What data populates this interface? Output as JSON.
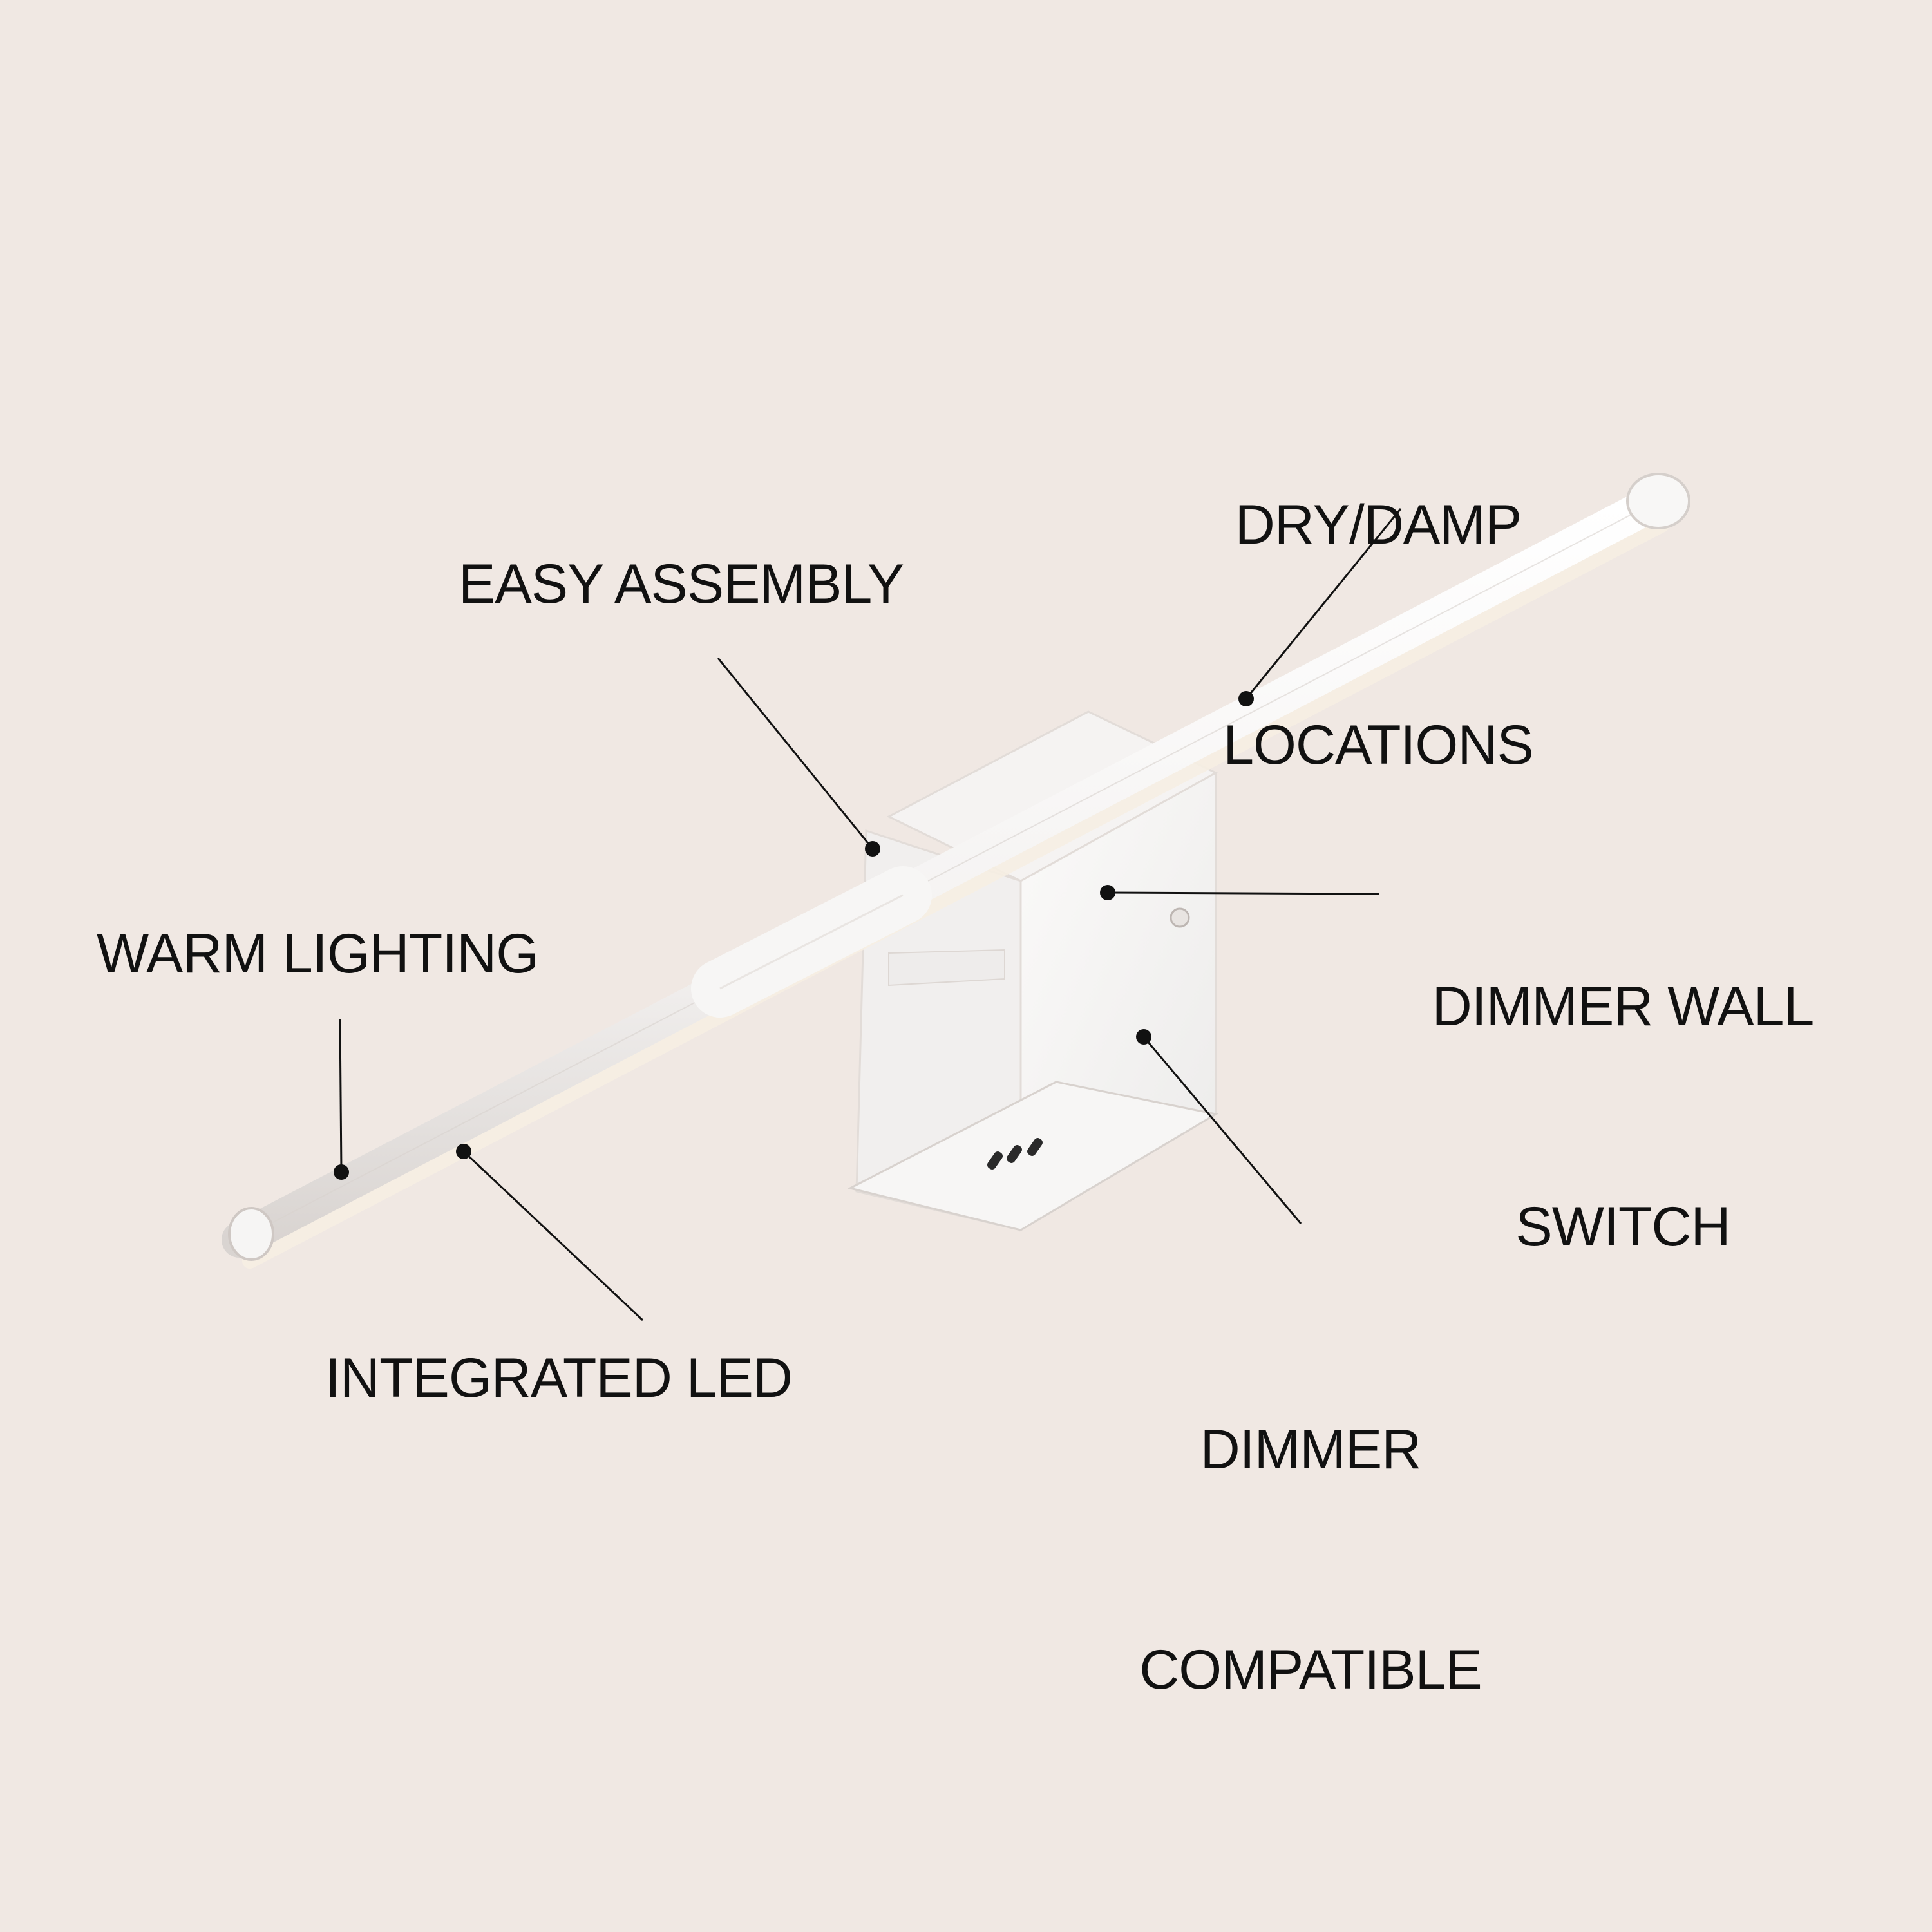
{
  "colors": {
    "background": "#f0e8e3",
    "text": "#111111",
    "fixture": "#ffffff",
    "fixture_shadow": "#dcd6d3"
  },
  "callouts": {
    "dry_damp": {
      "line1": "DRY/DAMP",
      "line2": "LOCATIONS"
    },
    "easy_assembly": {
      "text": "EASY ASSEMBLY"
    },
    "dimmer_wall_switch": {
      "line1": "DIMMER WALL",
      "line2": "SWITCH"
    },
    "warm_lighting": {
      "text": "WARM LIGHTING"
    },
    "dimmer_compatible": {
      "line1": "DIMMER",
      "line2": "COMPATIBLE"
    },
    "integrated_led": {
      "text": "INTEGRATED LED"
    }
  }
}
